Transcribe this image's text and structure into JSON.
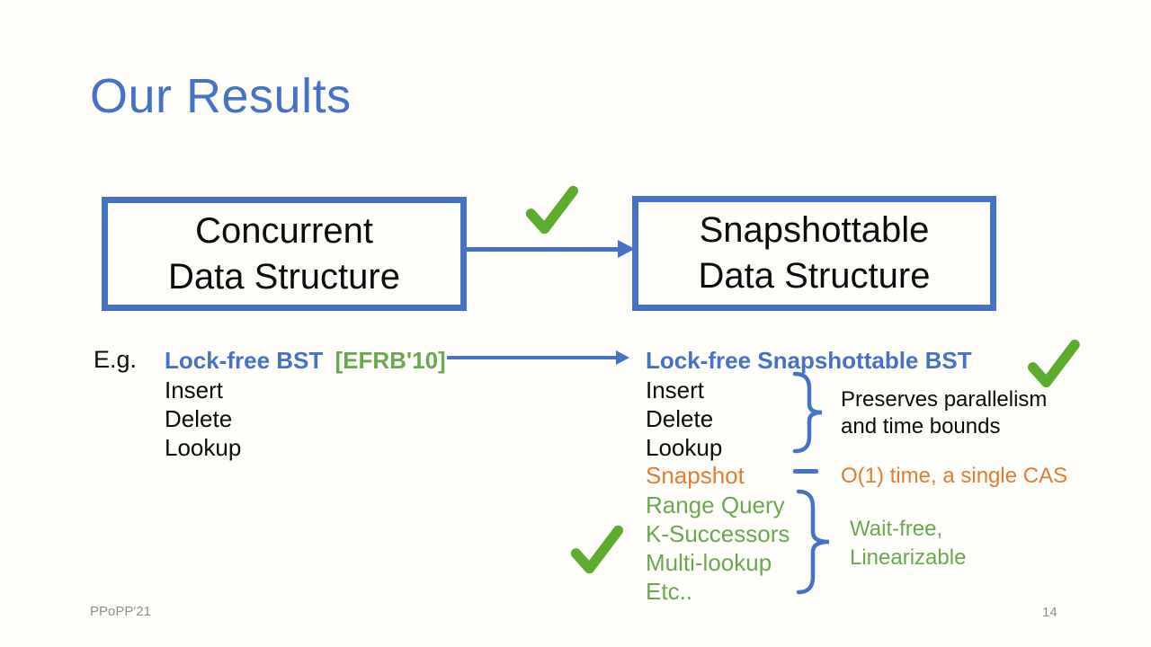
{
  "slide_title": "Our Results",
  "boxes": {
    "left": {
      "line1": "Concurrent",
      "line2": "Data Structure"
    },
    "right": {
      "line1": "Snapshottable",
      "line2": "Data Structure"
    }
  },
  "example": {
    "label": "E.g.",
    "left": {
      "name": "Lock-free BST",
      "citation": "[EFRB'10]",
      "ops": [
        "Insert",
        "Delete",
        "Lookup"
      ]
    },
    "right": {
      "name": "Lock-free Snapshottable BST",
      "ops": [
        "Insert",
        "Delete",
        "Lookup"
      ],
      "ops_note_line1": "Preserves parallelism",
      "ops_note_line2": "and time bounds",
      "snapshot_op": "Snapshot",
      "snapshot_note": "O(1) time, a single CAS",
      "query_ops": [
        "Range Query",
        "K-Successors",
        "Multi-lookup",
        "Etc.."
      ],
      "query_note_line1": "Wait-free,",
      "query_note_line2": "Linearizable"
    }
  },
  "footer": {
    "venue": "PPoPP'21",
    "page": "14"
  },
  "icons": {
    "checkmark": "green check mark",
    "right_arrow": "blue right arrow",
    "right_brace": "blue curly brace pointing right",
    "dash": "blue dash connector"
  },
  "colors": {
    "accent_blue": "#4472C4",
    "check_green": "#5BAD2B",
    "text_green": "#6AA84F",
    "text_orange": "#E17D31",
    "text_black": "#0b0b0b",
    "footer_gray": "#8E8E8E",
    "background": "#FFFEFA"
  }
}
